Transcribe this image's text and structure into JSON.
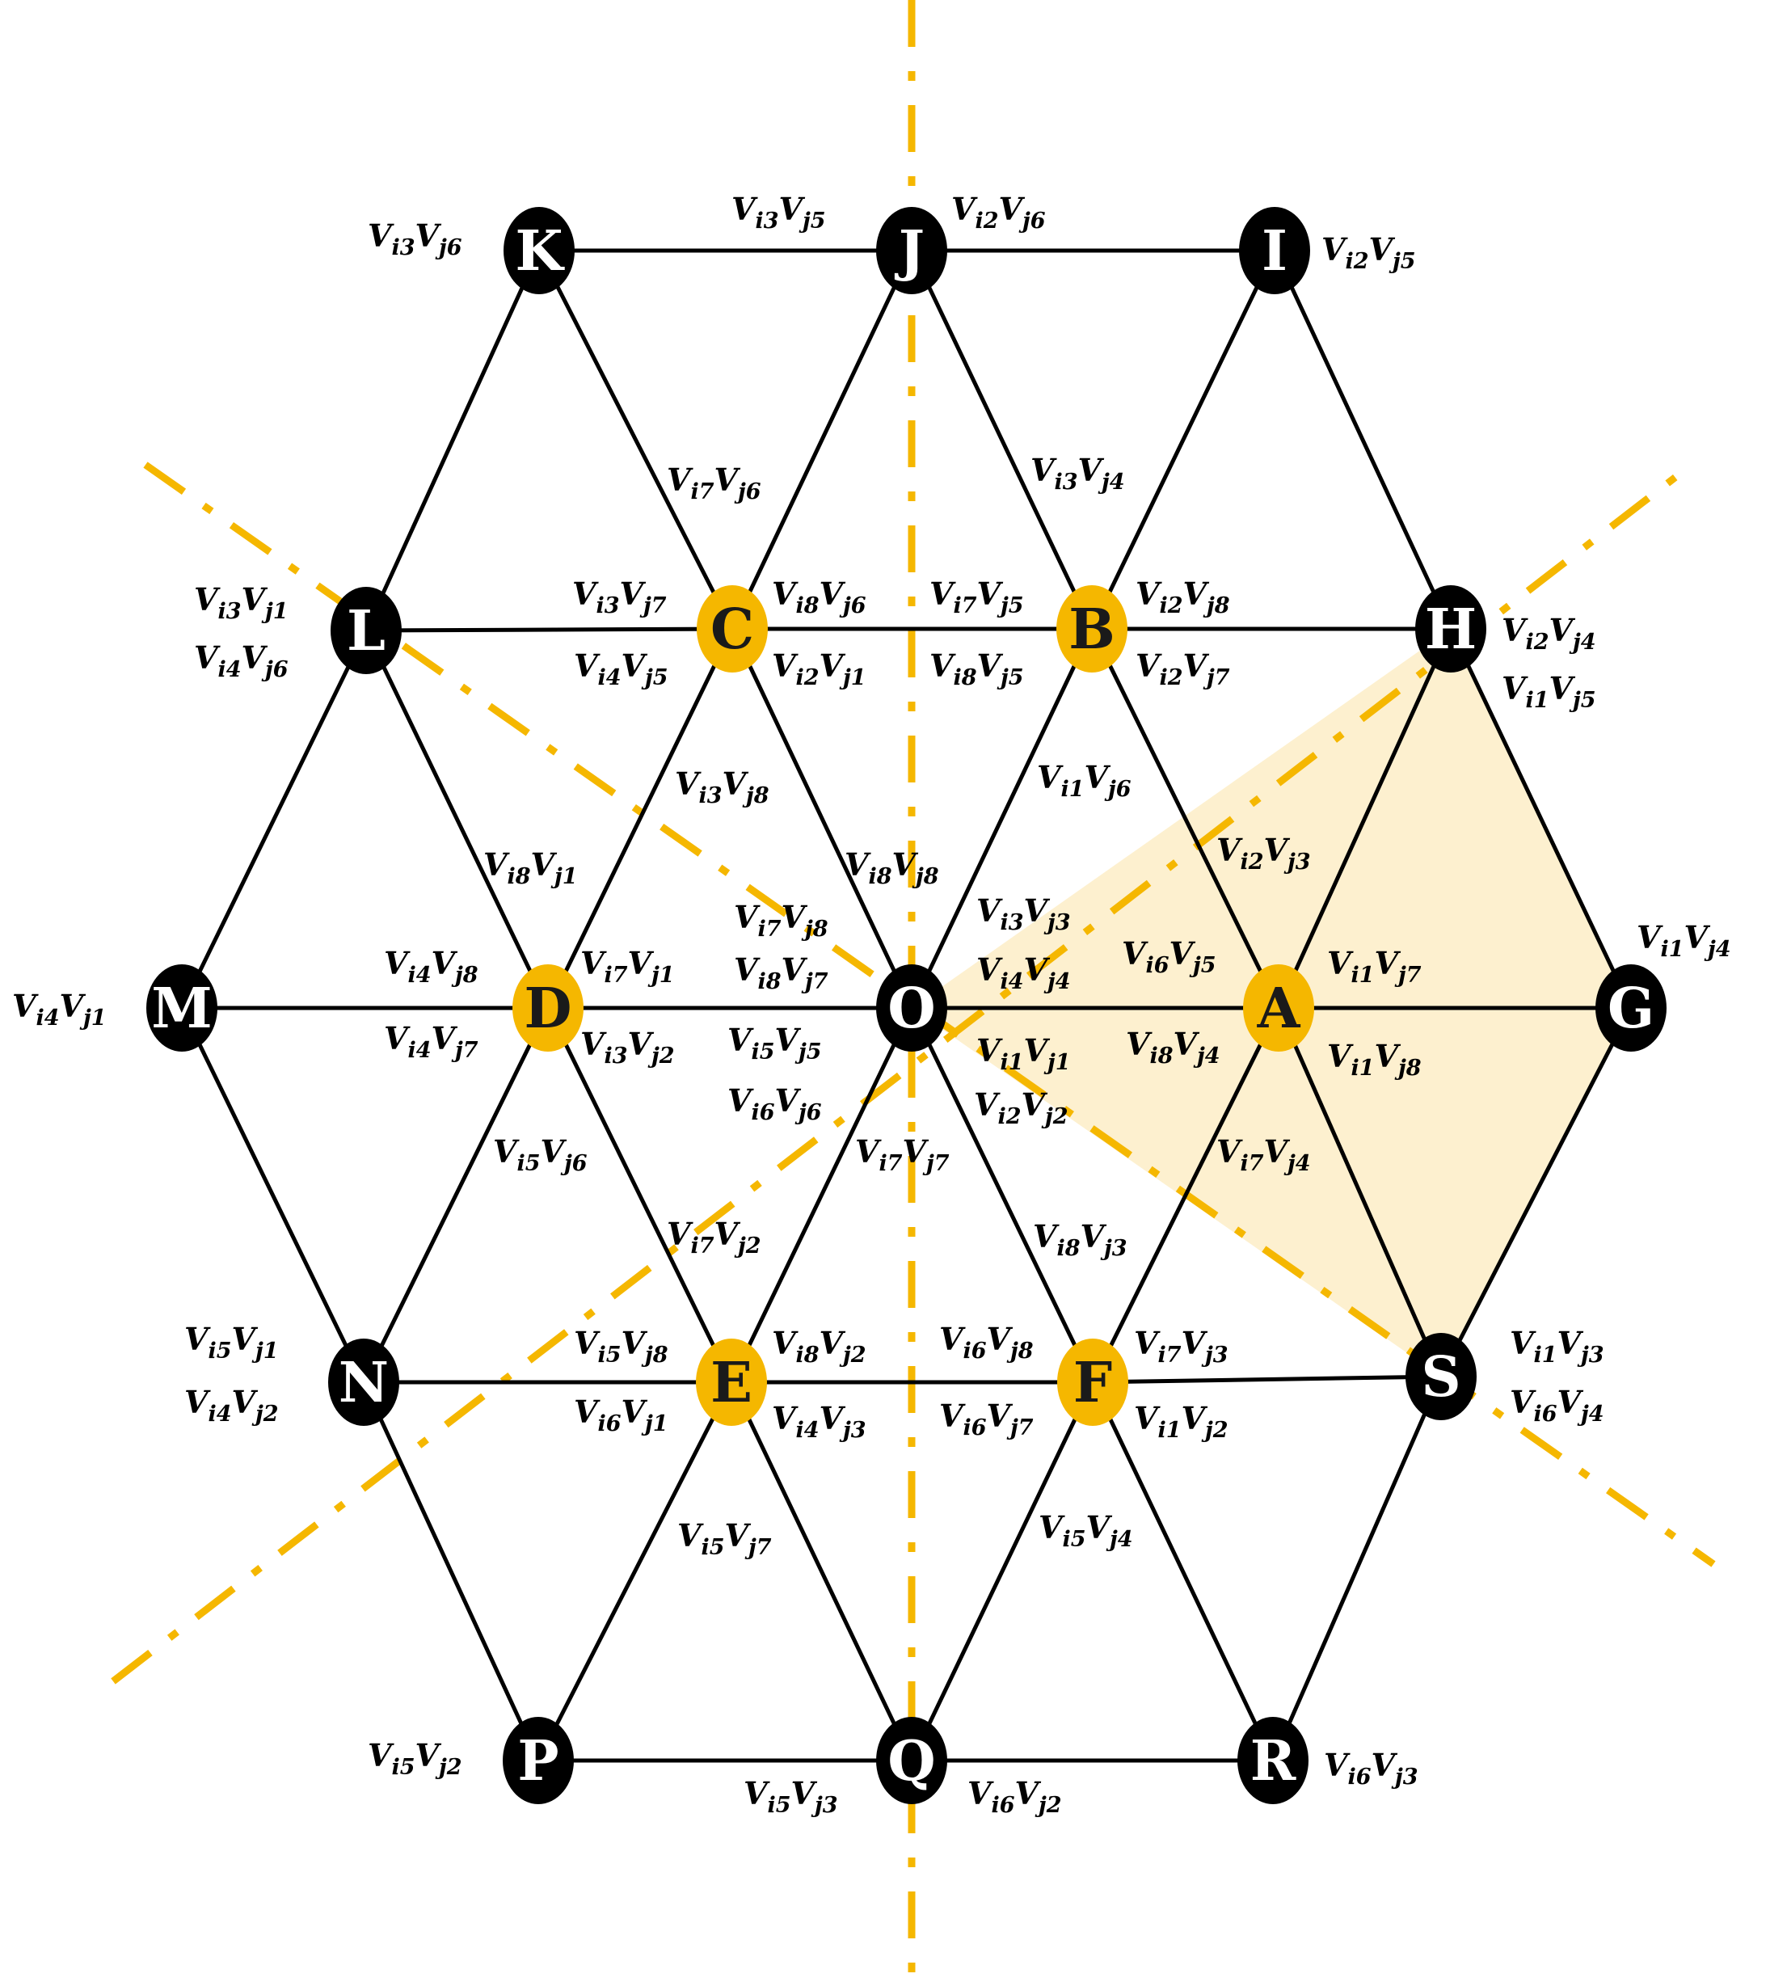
{
  "colors": {
    "accent": "#f5b700",
    "node_black": "#000000",
    "node_text_light": "#ffffff",
    "node_text_dark": "#1a1a1a",
    "sector_fill": "#fdf0cf"
  },
  "nodes": {
    "K": {
      "label": "K",
      "style": "black"
    },
    "J": {
      "label": "J",
      "style": "black"
    },
    "I": {
      "label": "I",
      "style": "black"
    },
    "L": {
      "label": "L",
      "style": "black"
    },
    "C": {
      "label": "C",
      "style": "yellow"
    },
    "B": {
      "label": "B",
      "style": "yellow"
    },
    "H": {
      "label": "H",
      "style": "black"
    },
    "M": {
      "label": "M",
      "style": "black"
    },
    "D": {
      "label": "D",
      "style": "yellow"
    },
    "O": {
      "label": "O",
      "style": "black"
    },
    "A": {
      "label": "A",
      "style": "yellow"
    },
    "G": {
      "label": "G",
      "style": "black"
    },
    "N": {
      "label": "N",
      "style": "black"
    },
    "E": {
      "label": "E",
      "style": "yellow"
    },
    "F": {
      "label": "F",
      "style": "yellow"
    },
    "S": {
      "label": "S",
      "style": "black"
    },
    "P": {
      "label": "P",
      "style": "black"
    },
    "Q": {
      "label": "Q",
      "style": "black"
    },
    "R": {
      "label": "R",
      "style": "black"
    }
  },
  "edges": [
    [
      "K",
      "J"
    ],
    [
      "J",
      "I"
    ],
    [
      "L",
      "C"
    ],
    [
      "C",
      "B"
    ],
    [
      "B",
      "H"
    ],
    [
      "M",
      "D"
    ],
    [
      "D",
      "O"
    ],
    [
      "O",
      "A"
    ],
    [
      "A",
      "G"
    ],
    [
      "N",
      "E"
    ],
    [
      "E",
      "F"
    ],
    [
      "F",
      "S"
    ],
    [
      "P",
      "Q"
    ],
    [
      "Q",
      "R"
    ],
    [
      "M",
      "L"
    ],
    [
      "L",
      "K"
    ],
    [
      "N",
      "D"
    ],
    [
      "D",
      "C"
    ],
    [
      "C",
      "J"
    ],
    [
      "P",
      "E"
    ],
    [
      "E",
      "O"
    ],
    [
      "O",
      "B"
    ],
    [
      "B",
      "I"
    ],
    [
      "Q",
      "F"
    ],
    [
      "F",
      "A"
    ],
    [
      "A",
      "H"
    ],
    [
      "R",
      "S"
    ],
    [
      "S",
      "G"
    ],
    [
      "K",
      "C"
    ],
    [
      "C",
      "O"
    ],
    [
      "O",
      "F"
    ],
    [
      "F",
      "R"
    ],
    [
      "J",
      "B"
    ],
    [
      "B",
      "A"
    ],
    [
      "A",
      "S"
    ],
    [
      "I",
      "H"
    ],
    [
      "H",
      "G"
    ],
    [
      "L",
      "D"
    ],
    [
      "D",
      "E"
    ],
    [
      "E",
      "Q"
    ],
    [
      "M",
      "N"
    ],
    [
      "N",
      "P"
    ]
  ],
  "sector": {
    "vertices": [
      "O",
      "H",
      "G",
      "S"
    ],
    "highlight": true
  },
  "labels": [
    {
      "i": "3",
      "j": "6"
    },
    {
      "i": "3",
      "j": "5"
    },
    {
      "i": "2",
      "j": "6"
    },
    {
      "i": "2",
      "j": "5"
    },
    {
      "i": "7",
      "j": "6"
    },
    {
      "i": "3",
      "j": "4"
    },
    {
      "i": "3",
      "j": "1"
    },
    {
      "i": "4",
      "j": "6"
    },
    {
      "i": "3",
      "j": "7"
    },
    {
      "i": "4",
      "j": "5"
    },
    {
      "i": "8",
      "j": "6"
    },
    {
      "i": "2",
      "j": "1"
    },
    {
      "i": "7",
      "j": "5"
    },
    {
      "i": "8",
      "j": "5"
    },
    {
      "i": "2",
      "j": "8"
    },
    {
      "i": "2",
      "j": "7"
    },
    {
      "i": "2",
      "j": "4"
    },
    {
      "i": "1",
      "j": "5"
    },
    {
      "i": "3",
      "j": "8"
    },
    {
      "i": "1",
      "j": "6"
    },
    {
      "i": "8",
      "j": "1"
    },
    {
      "i": "8",
      "j": "8"
    },
    {
      "i": "2",
      "j": "3"
    },
    {
      "i": "7",
      "j": "8"
    },
    {
      "i": "3",
      "j": "3"
    },
    {
      "i": "8",
      "j": "7"
    },
    {
      "i": "4",
      "j": "4"
    },
    {
      "i": "6",
      "j": "5"
    },
    {
      "i": "1",
      "j": "4"
    },
    {
      "i": "4",
      "j": "1"
    },
    {
      "i": "4",
      "j": "8"
    },
    {
      "i": "7",
      "j": "1"
    },
    {
      "i": "1",
      "j": "7"
    },
    {
      "i": "4",
      "j": "7"
    },
    {
      "i": "3",
      "j": "2"
    },
    {
      "i": "5",
      "j": "5"
    },
    {
      "i": "1",
      "j": "1"
    },
    {
      "i": "8",
      "j": "4"
    },
    {
      "i": "1",
      "j": "8"
    },
    {
      "i": "6",
      "j": "6"
    },
    {
      "i": "2",
      "j": "2"
    },
    {
      "i": "5",
      "j": "6"
    },
    {
      "i": "7",
      "j": "7"
    },
    {
      "i": "7",
      "j": "4"
    },
    {
      "i": "7",
      "j": "2"
    },
    {
      "i": "8",
      "j": "3"
    },
    {
      "i": "5",
      "j": "1"
    },
    {
      "i": "4",
      "j": "2"
    },
    {
      "i": "5",
      "j": "8"
    },
    {
      "i": "6",
      "j": "1"
    },
    {
      "i": "8",
      "j": "2"
    },
    {
      "i": "4",
      "j": "3"
    },
    {
      "i": "6",
      "j": "8"
    },
    {
      "i": "6",
      "j": "7"
    },
    {
      "i": "7",
      "j": "3"
    },
    {
      "i": "1",
      "j": "2"
    },
    {
      "i": "1",
      "j": "3"
    },
    {
      "i": "6",
      "j": "4"
    },
    {
      "i": "5",
      "j": "7"
    },
    {
      "i": "5",
      "j": "4"
    },
    {
      "i": "5",
      "j": "2"
    },
    {
      "i": "5",
      "j": "3"
    },
    {
      "i": "6",
      "j": "2"
    },
    {
      "i": "6",
      "j": "3"
    }
  ]
}
